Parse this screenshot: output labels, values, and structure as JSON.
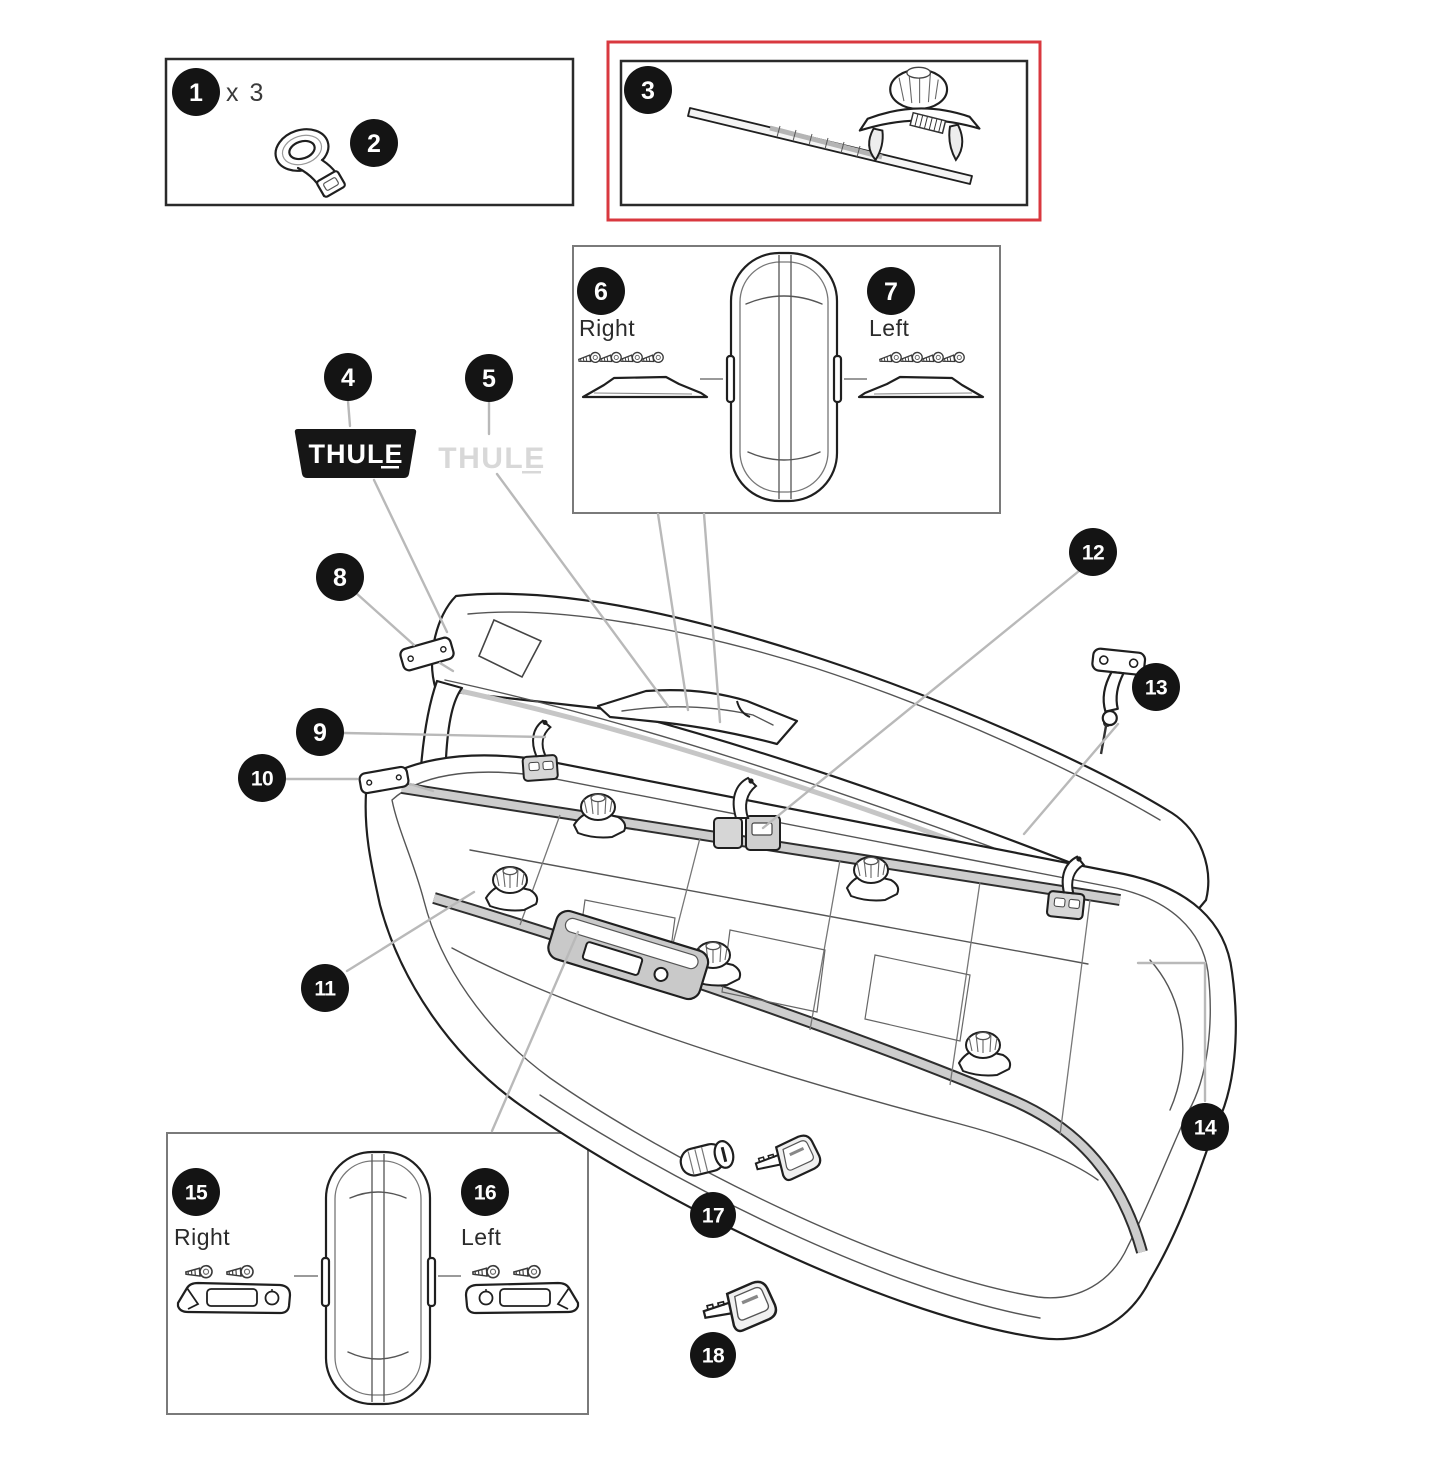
{
  "colors": {
    "highlight_red": "#d9383f",
    "callout_bg": "#141414",
    "callout_text": "#ffffff",
    "leader_gray": "#b9b9b9",
    "outline_black": "#1f1f1f",
    "rail_gray": "#c9c9c9",
    "ghost_logo_gray": "#d8d8d8"
  },
  "callouts": {
    "c1": "1",
    "c2": "2",
    "c3": "3",
    "c4": "4",
    "c5": "5",
    "c6": "6",
    "c7": "7",
    "c8": "8",
    "c9": "9",
    "c10": "10",
    "c11": "11",
    "c12": "12",
    "c13": "13",
    "c14": "14",
    "c15": "15",
    "c16": "16",
    "c17": "17",
    "c18": "18"
  },
  "texts": {
    "quantity_note": "x 3"
  },
  "labels": {
    "lid_trim_right": "Right",
    "lid_trim_left": "Left",
    "base_trim_right": "Right",
    "base_trim_left": "Left"
  },
  "brand": {
    "badge": "THULE",
    "ghost": "THULE"
  },
  "groups": [
    {
      "id": "strap-kit",
      "callouts": [
        "1",
        "2"
      ],
      "quantity": "x 3",
      "highlighted": false
    },
    {
      "id": "tbar-kit",
      "callouts": [
        "3"
      ],
      "highlighted": true
    },
    {
      "id": "lid-trim-kit",
      "callouts": [
        "6",
        "7"
      ],
      "sides": [
        "Right",
        "Left"
      ],
      "highlighted": false
    },
    {
      "id": "base-trim-kit",
      "callouts": [
        "15",
        "16"
      ],
      "sides": [
        "Right",
        "Left"
      ],
      "highlighted": false
    }
  ]
}
